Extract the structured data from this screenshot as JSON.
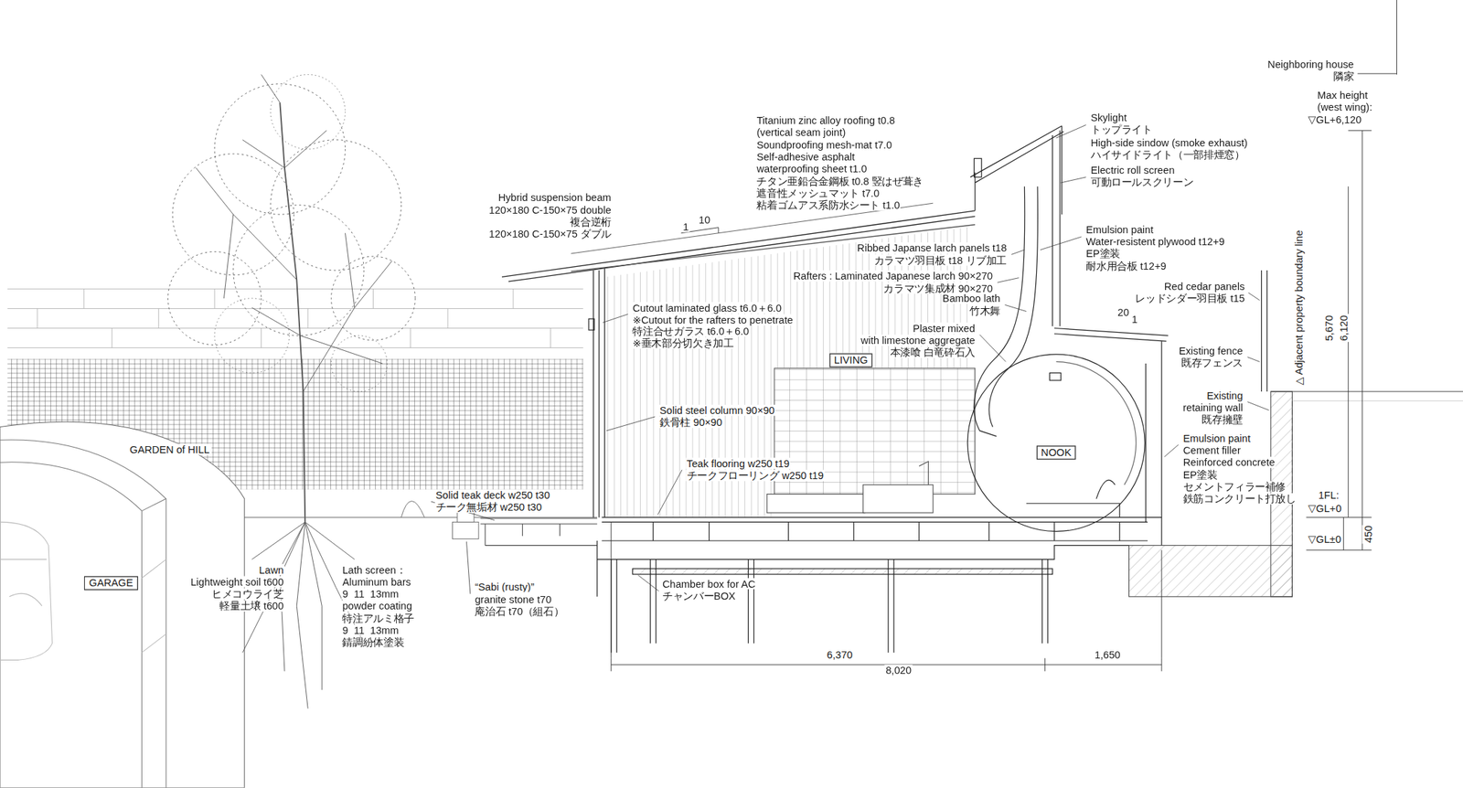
{
  "diagram": {
    "nodes": [
      {
        "text": [
          "LIVING"
        ]
      },
      {
        "text": [
          "NOOK"
        ]
      },
      {
        "text": [
          "GARAGE"
        ]
      }
    ],
    "labels": [
      "Neighboring house",
      "隣家",
      "Max height",
      "(west wing):",
      "▽GL+6,120",
      "Titanium zinc alloy roofing t0.8",
      "(vertical seam joint)",
      "Soundproofing mesh-mat t7.0",
      "Self-adhesive asphalt",
      "waterproofing sheet t1.0",
      "チタン亜鉛合金鋼板 t0.8 竪はぜ葺き",
      "遮音性メッシュマット t7.0",
      "粘着ゴムアス系防水シート t1.0",
      "Skylight",
      "トップライト",
      "High-side sindow (smoke exhaust)",
      "ハイサイドライト（一部排煙窓）",
      "Electric roll screen",
      "可動ロールスクリーン",
      "Hybrid suspension beam",
      "120×180 C-150×75 double",
      "複合逆桁",
      "120×180 C-150×75 ダブル",
      "1",
      "10",
      "Emulsion paint",
      "Water-resistent plywood t12+9",
      "EP塗装",
      "耐水用合板 t12+9",
      "Ribbed Japanse larch panels t18",
      "カラマツ羽目板 t18 リブ加工",
      "Rafters : Laminated Japanese larch 90×270",
      "カラマツ集成材 90×270",
      "Red cedar panels",
      "レッドシダー羽目板 t15",
      "Bamboo lath",
      "竹木舞",
      "Cutout laminated glass t6.0＋6.0",
      "※Cutout for the rafters to penetrate",
      "特注合せガラス t6.0＋6.0",
      "※垂木部分切欠き加工",
      "20",
      "1",
      "Plaster mixed",
      "with limestone aggregate",
      "本漆喰 白竜砕石入",
      "Existing fence",
      "既存フェンス",
      "△ Adjacent property boundary line",
      "5,670",
      "6,120",
      "Existing",
      "retaining wall",
      "既存擁壁",
      "Solid steel column 90×90",
      "鉄骨柱 90×90",
      "Emulsion paint",
      "Cement filler",
      "Reinforced concrete",
      "EP塗装",
      "セメントフィラー補修",
      "鉄筋コンクリート打放し",
      "GARDEN of HILL",
      "Teak flooring w250 t19",
      "チークフローリング w250 t19",
      "Solid teak deck w250 t30",
      "チーク無垢材 w250 t30",
      "1FL:",
      "▽GL+0",
      "450",
      "▽GL±0",
      "Lawn",
      "Lightweight soil t600",
      "ヒメコウライ芝",
      "軽量土壌 t600",
      "Lath screen：",
      "Aluminum bars",
      "9  11  13mm",
      "powder coating",
      "特注アルミ格子",
      "9  11  13mm",
      "錆調紛体塗装",
      "“Sabi (rusty)”",
      "granite stone t70",
      "庵治石 t70（組石）",
      "Chamber box for AC",
      "チャンバーBOX",
      "6,370",
      "1,650",
      "8,020"
    ]
  }
}
